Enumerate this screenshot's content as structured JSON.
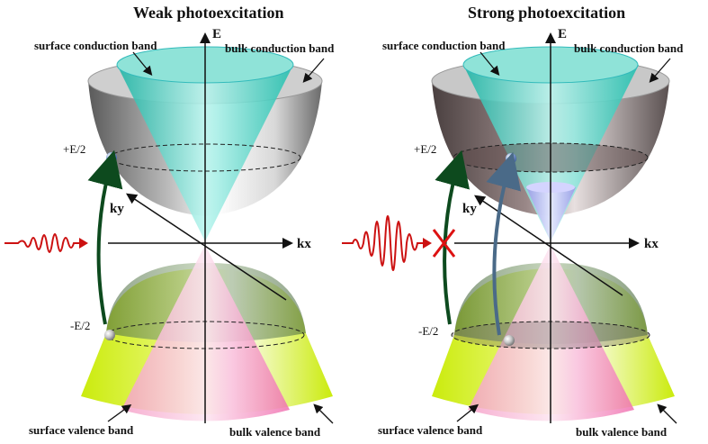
{
  "panels": [
    {
      "title": "Weak photoexcitation",
      "labels": {
        "surface_conduction": "surface conduction band",
        "bulk_conduction": "bulk conduction band",
        "surface_valence": "surface valence band",
        "bulk_valence": "bulk valence band",
        "energy_axis": "E",
        "kx_axis": "kx",
        "ky_axis": "ky",
        "plus_e_half": "+E/2",
        "minus_e_half": "-E/2"
      }
    },
    {
      "title": "Strong photoexcitation",
      "labels": {
        "surface_conduction": "surface conduction band",
        "bulk_conduction": "bulk conduction band",
        "surface_valence": "surface valence band",
        "bulk_valence": "bulk valence band",
        "energy_axis": "E",
        "kx_axis": "kx",
        "ky_axis": "ky",
        "plus_e_half": "+E/2",
        "minus_e_half": "-E/2"
      }
    }
  ],
  "colors": {
    "surface_cone": "#33c9b8",
    "bulk_conduction": "#8a8a8a",
    "valence_yellow": "#d8f000",
    "valence_pink": "#f06ab0",
    "pulse": "#cc1111",
    "arrow_green": "#0d4a1e",
    "arrow_blue": "#4a6a88"
  }
}
